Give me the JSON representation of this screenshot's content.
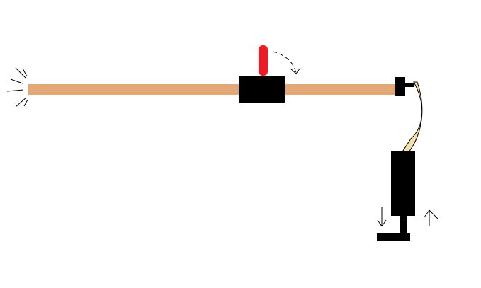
{
  "diagram": {
    "background_color": "#ffffff",
    "colors": {
      "tube": "#e3a878",
      "black": "#000000",
      "toggle": "#ed1c24",
      "hose": "#f4e0a8",
      "arrow": "#000000"
    },
    "parts": [
      "spark-lines-icon",
      "tube",
      "switch-block",
      "toggle-lever",
      "rotate-arrow-icon",
      "end-cap",
      "hose",
      "pump-cylinder",
      "pump-base",
      "down-arrow-icon",
      "up-arrow-icon"
    ]
  }
}
